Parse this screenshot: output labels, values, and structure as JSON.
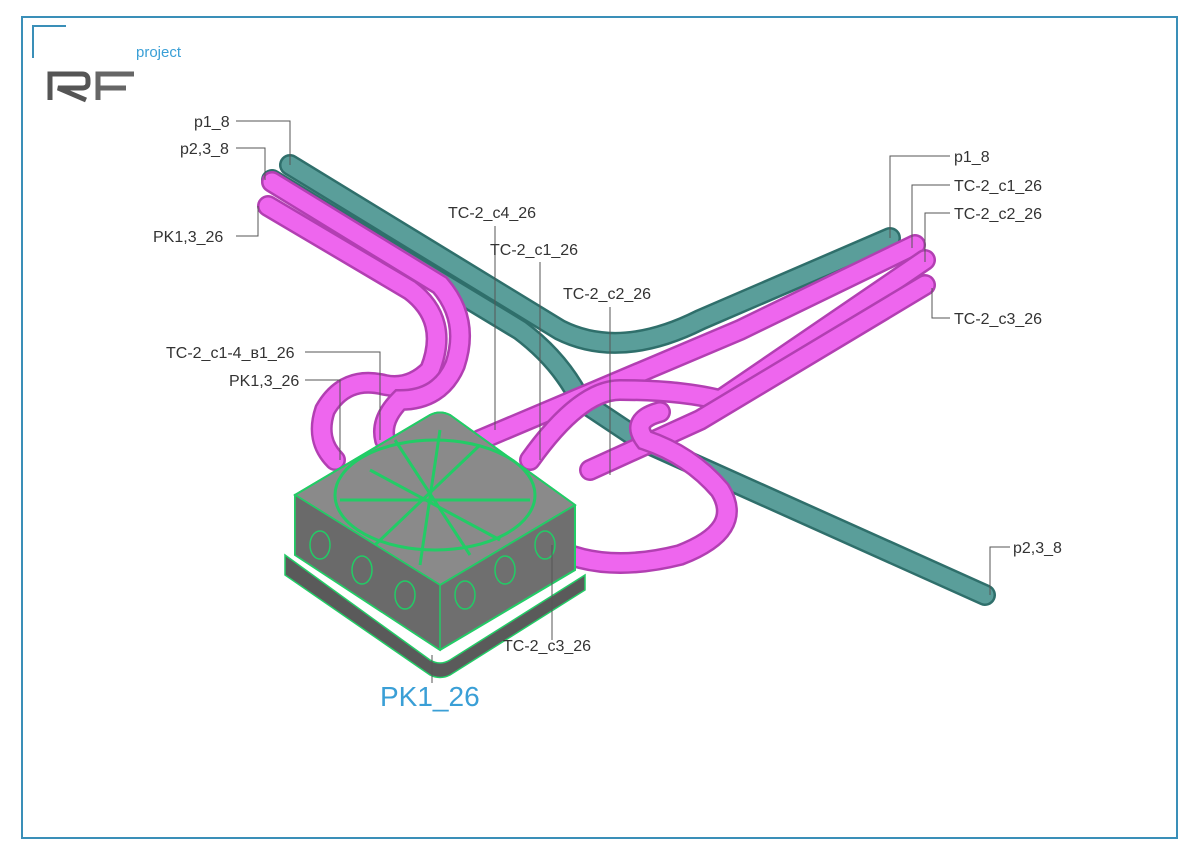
{
  "logo": {
    "brand": "RF",
    "suffix": "project",
    "accent_color": "#3a9fd6"
  },
  "colors": {
    "frame": "#3a8fb8",
    "pipe_magenta": "#ee66ee",
    "pipe_teal": "#5a9e9a",
    "box_body": "#7a7a7a",
    "box_outline": "#22cc66"
  },
  "labels": {
    "p1_8_left": "p1_8",
    "p23_8_left": "p2,3_8",
    "pk13_26_top": "PK1,3_26",
    "tc2_c4_26": "TC-2_c4_26",
    "tc2_c1_26_mid": "TC-2_c1_26",
    "tc2_c2_26_mid": "TC-2_c2_26",
    "tc2_c14_b1_26": "TC-2_c1-4_в1_26",
    "pk13_26_mid": "PK1,3_26",
    "p1_8_right": "p1_8",
    "tc2_c1_26_right": "TC-2_c1_26",
    "tc2_c2_26_right": "TC-2_c2_26",
    "tc2_c3_26_right": "TC-2_c3_26",
    "p23_8_right": "p2,3_8",
    "tc2_c3_26_bottom": "TC-2_c3_26",
    "pk1_26": "PK1_26"
  }
}
